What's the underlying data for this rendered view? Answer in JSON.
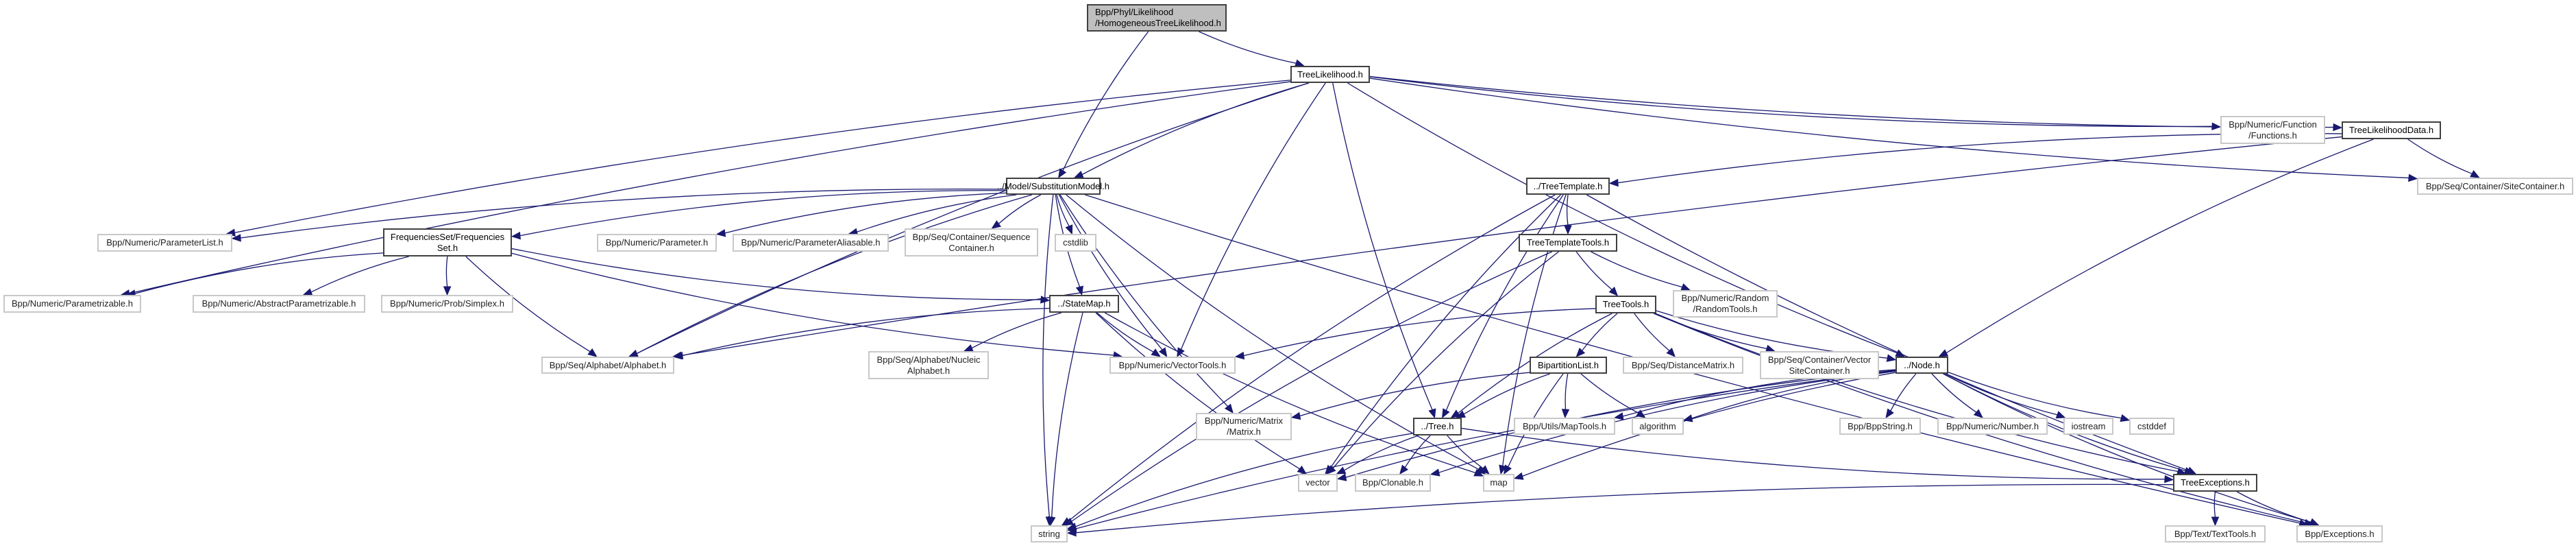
{
  "graph": {
    "title": "Include dependency graph",
    "colors": {
      "edge": "#191970",
      "root_fill": "#bfbfbf",
      "internal_border": "#404040",
      "external_border": "#c8c8c8"
    },
    "nodes": [
      {
        "id": "root",
        "label": "Bpp/Phyl/Likelihood\n/HomogeneousTreeLikelihood.h",
        "kind": "root"
      },
      {
        "id": "tl",
        "label": "TreeLikelihood.h",
        "kind": "int"
      },
      {
        "id": "sm",
        "label": "../Model/SubstitutionModel.h",
        "kind": "int"
      },
      {
        "id": "tld",
        "label": "TreeLikelihoodData.h",
        "kind": "int"
      },
      {
        "id": "func",
        "label": "Bpp/Numeric/Function\n/Functions.h",
        "kind": "ext"
      },
      {
        "id": "sitec",
        "label": "Bpp/Seq/Container/SiteContainer.h",
        "kind": "ext"
      },
      {
        "id": "plist",
        "label": "Bpp/Numeric/ParameterList.h",
        "kind": "ext"
      },
      {
        "id": "freq",
        "label": "FrequenciesSet/Frequencies\nSet.h",
        "kind": "int"
      },
      {
        "id": "param",
        "label": "Bpp/Numeric/Parameter.h",
        "kind": "ext"
      },
      {
        "id": "palias",
        "label": "Bpp/Numeric/ParameterAliasable.h",
        "kind": "ext"
      },
      {
        "id": "seqc",
        "label": "Bpp/Seq/Container/Sequence\nContainer.h",
        "kind": "ext"
      },
      {
        "id": "cstdlib",
        "label": "cstdlib",
        "kind": "ext"
      },
      {
        "id": "tt",
        "label": "../TreeTemplate.h",
        "kind": "int"
      },
      {
        "id": "ttt",
        "label": "TreeTemplateTools.h",
        "kind": "int"
      },
      {
        "id": "pz",
        "label": "Bpp/Numeric/Parametrizable.h",
        "kind": "ext"
      },
      {
        "id": "apz",
        "label": "Bpp/Numeric/AbstractParametrizable.h",
        "kind": "ext"
      },
      {
        "id": "simplex",
        "label": "Bpp/Numeric/Prob/Simplex.h",
        "kind": "ext"
      },
      {
        "id": "statemap",
        "label": "../StateMap.h",
        "kind": "int"
      },
      {
        "id": "treetools",
        "label": "TreeTools.h",
        "kind": "int"
      },
      {
        "id": "random",
        "label": "Bpp/Numeric/Random\n/RandomTools.h",
        "kind": "ext"
      },
      {
        "id": "alpha",
        "label": "Bpp/Seq/Alphabet/Alphabet.h",
        "kind": "ext"
      },
      {
        "id": "nalpha",
        "label": "Bpp/Seq/Alphabet/Nucleic\nAlphabet.h",
        "kind": "ext"
      },
      {
        "id": "vtools",
        "label": "Bpp/Numeric/VectorTools.h",
        "kind": "ext"
      },
      {
        "id": "bip",
        "label": "BipartitionList.h",
        "kind": "int"
      },
      {
        "id": "dist",
        "label": "Bpp/Seq/DistanceMatrix.h",
        "kind": "ext"
      },
      {
        "id": "vsc",
        "label": "Bpp/Seq/Container/Vector\nSiteContainer.h",
        "kind": "ext"
      },
      {
        "id": "node",
        "label": "../Node.h",
        "kind": "int"
      },
      {
        "id": "matrix",
        "label": "Bpp/Numeric/Matrix\n/Matrix.h",
        "kind": "ext"
      },
      {
        "id": "tree",
        "label": "../Tree.h",
        "kind": "int"
      },
      {
        "id": "maptools",
        "label": "Bpp/Utils/MapTools.h",
        "kind": "ext"
      },
      {
        "id": "algo",
        "label": "algorithm",
        "kind": "ext"
      },
      {
        "id": "bppstr",
        "label": "Bpp/BppString.h",
        "kind": "ext"
      },
      {
        "id": "number",
        "label": "Bpp/Numeric/Number.h",
        "kind": "ext"
      },
      {
        "id": "iostream",
        "label": "iostream",
        "kind": "ext"
      },
      {
        "id": "cstddef",
        "label": "cstddef",
        "kind": "ext"
      },
      {
        "id": "vector",
        "label": "vector",
        "kind": "ext"
      },
      {
        "id": "clonable",
        "label": "Bpp/Clonable.h",
        "kind": "ext"
      },
      {
        "id": "map",
        "label": "map",
        "kind": "ext"
      },
      {
        "id": "texc",
        "label": "TreeExceptions.h",
        "kind": "int"
      },
      {
        "id": "string",
        "label": "string",
        "kind": "ext"
      },
      {
        "id": "texttools",
        "label": "Bpp/Text/TextTools.h",
        "kind": "ext"
      },
      {
        "id": "exc",
        "label": "Bpp/Exceptions.h",
        "kind": "ext"
      }
    ],
    "edges": [
      [
        "root",
        "tl"
      ],
      [
        "root",
        "sm"
      ],
      [
        "tl",
        "sm"
      ],
      [
        "tl",
        "tld"
      ],
      [
        "tl",
        "func"
      ],
      [
        "tl",
        "sitec"
      ],
      [
        "tl",
        "plist"
      ],
      [
        "tl",
        "pz"
      ],
      [
        "tl",
        "vtools"
      ],
      [
        "tl",
        "tree"
      ],
      [
        "tl",
        "node"
      ],
      [
        "tl",
        "alpha"
      ],
      [
        "tld",
        "sitec"
      ],
      [
        "tld",
        "tt"
      ],
      [
        "tld",
        "node"
      ],
      [
        "tld",
        "alpha"
      ],
      [
        "sm",
        "plist"
      ],
      [
        "sm",
        "freq"
      ],
      [
        "sm",
        "param"
      ],
      [
        "sm",
        "palias"
      ],
      [
        "sm",
        "seqc"
      ],
      [
        "sm",
        "cstdlib"
      ],
      [
        "sm",
        "statemap"
      ],
      [
        "sm",
        "alpha"
      ],
      [
        "sm",
        "vtools"
      ],
      [
        "sm",
        "matrix"
      ],
      [
        "sm",
        "map"
      ],
      [
        "sm",
        "string"
      ],
      [
        "sm",
        "exc"
      ],
      [
        "freq",
        "pz"
      ],
      [
        "freq",
        "apz"
      ],
      [
        "freq",
        "simplex"
      ],
      [
        "freq",
        "alpha"
      ],
      [
        "freq",
        "statemap"
      ],
      [
        "freq",
        "vtools"
      ],
      [
        "statemap",
        "alpha"
      ],
      [
        "statemap",
        "nalpha"
      ],
      [
        "statemap",
        "vtools"
      ],
      [
        "statemap",
        "string"
      ],
      [
        "statemap",
        "vector"
      ],
      [
        "statemap",
        "map"
      ],
      [
        "tt",
        "ttt"
      ],
      [
        "tt",
        "tree"
      ],
      [
        "tt",
        "vector"
      ],
      [
        "tt",
        "string"
      ],
      [
        "tt",
        "texc"
      ],
      [
        "tt",
        "map"
      ],
      [
        "ttt",
        "treetools"
      ],
      [
        "ttt",
        "random"
      ],
      [
        "ttt",
        "vector"
      ],
      [
        "ttt",
        "string"
      ],
      [
        "treetools",
        "bip"
      ],
      [
        "treetools",
        "dist"
      ],
      [
        "treetools",
        "vsc"
      ],
      [
        "treetools",
        "node"
      ],
      [
        "treetools",
        "vtools"
      ],
      [
        "treetools",
        "tree"
      ],
      [
        "treetools",
        "texc"
      ],
      [
        "treetools",
        "exc"
      ],
      [
        "bip",
        "tree"
      ],
      [
        "bip",
        "matrix"
      ],
      [
        "bip",
        "maptools"
      ],
      [
        "bip",
        "algo"
      ],
      [
        "bip",
        "map"
      ],
      [
        "node",
        "maptools"
      ],
      [
        "node",
        "algo"
      ],
      [
        "node",
        "bppstr"
      ],
      [
        "node",
        "number"
      ],
      [
        "node",
        "iostream"
      ],
      [
        "node",
        "cstddef"
      ],
      [
        "node",
        "vector"
      ],
      [
        "node",
        "clonable"
      ],
      [
        "node",
        "map"
      ],
      [
        "node",
        "string"
      ],
      [
        "node",
        "texc"
      ],
      [
        "node",
        "exc"
      ],
      [
        "tree",
        "vector"
      ],
      [
        "tree",
        "clonable"
      ],
      [
        "tree",
        "map"
      ],
      [
        "tree",
        "string"
      ],
      [
        "tree",
        "texc"
      ],
      [
        "texc",
        "texttools"
      ],
      [
        "texc",
        "exc"
      ],
      [
        "texc",
        "string"
      ]
    ]
  }
}
